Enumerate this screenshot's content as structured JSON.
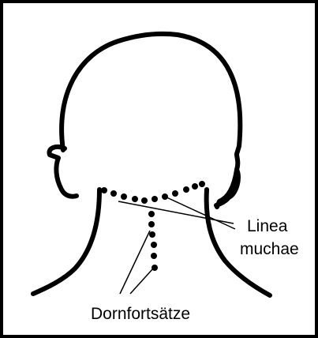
{
  "labels": {
    "linea_line1": "Linea",
    "linea_line2": "muchae",
    "dornfortsaetze": "Dornfortsätze"
  },
  "colors": {
    "ink": "#000000",
    "background": "#ffffff"
  }
}
